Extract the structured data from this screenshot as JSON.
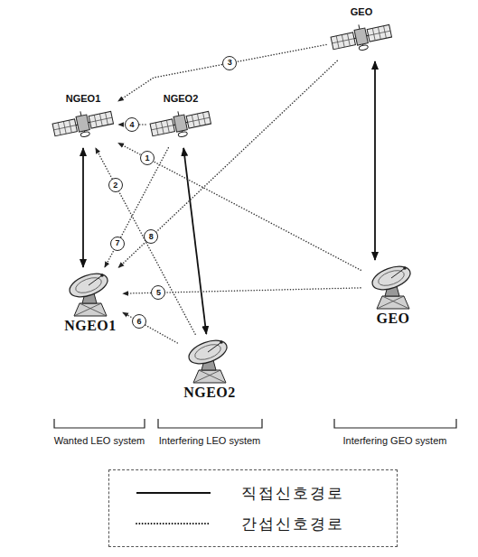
{
  "diagram": {
    "nodes": [
      {
        "text": [
          "GEO"
        ]
      },
      {
        "text": [
          "NGEO1"
        ]
      },
      {
        "text": [
          "NGEO2"
        ]
      },
      {
        "text": [
          "NGEO1"
        ]
      },
      {
        "text": [
          "NGEO2"
        ]
      },
      {
        "text": [
          "GEO"
        ]
      }
    ],
    "edges": [
      {
        "from": 1,
        "to": 3,
        "arrow": "both"
      },
      {
        "from": 2,
        "to": 4,
        "arrow": "both"
      },
      {
        "from": 0,
        "to": 5,
        "arrow": "both"
      },
      {
        "from": 5,
        "to": 1,
        "label": "1",
        "arrow": "to"
      },
      {
        "from": 4,
        "to": 1,
        "label": "2",
        "arrow": "to"
      },
      {
        "from": 0,
        "to": 1,
        "label": "3",
        "arrow": "to"
      },
      {
        "from": 2,
        "to": 1,
        "label": "4",
        "arrow": "to"
      },
      {
        "from": 5,
        "to": 3,
        "label": "5",
        "arrow": "to"
      },
      {
        "from": 4,
        "to": 3,
        "label": "6",
        "arrow": "to"
      },
      {
        "from": 2,
        "to": 3,
        "label": "7",
        "arrow": "to"
      },
      {
        "from": 0,
        "to": 3,
        "label": "8",
        "arrow": "to"
      }
    ],
    "labels": [
      "Wanted LEO system",
      "Interfering LEO system",
      "Interfering GEO system"
    ],
    "legend": [
      {
        "text": "직접신호경로"
      },
      {
        "text": "간섭신호경로"
      }
    ]
  }
}
